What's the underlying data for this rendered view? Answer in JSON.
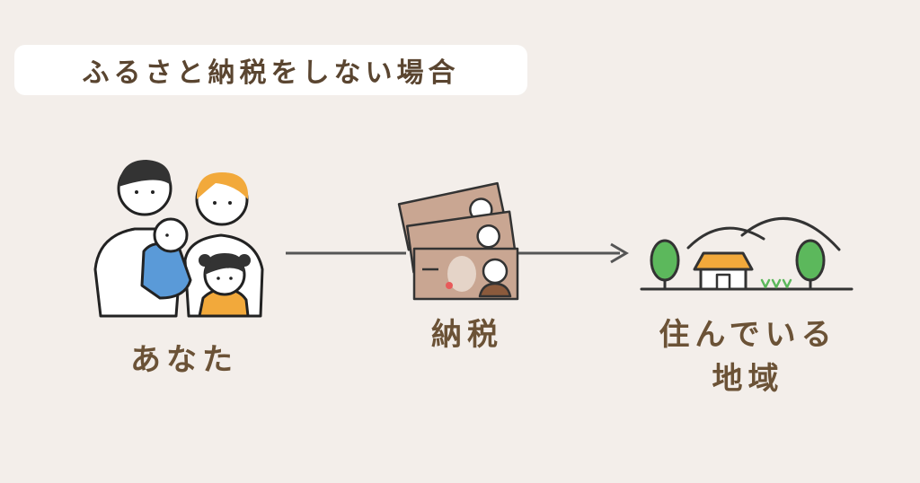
{
  "title": "ふるさと納税をしない場合",
  "nodes": {
    "you": "あなた",
    "tax": "納税",
    "area_line1": "住んでいる",
    "area_line2": "地域"
  },
  "colors": {
    "background": "#f3eeea",
    "text": "#6b5236",
    "line": "#555555",
    "note": "#c9a692"
  }
}
